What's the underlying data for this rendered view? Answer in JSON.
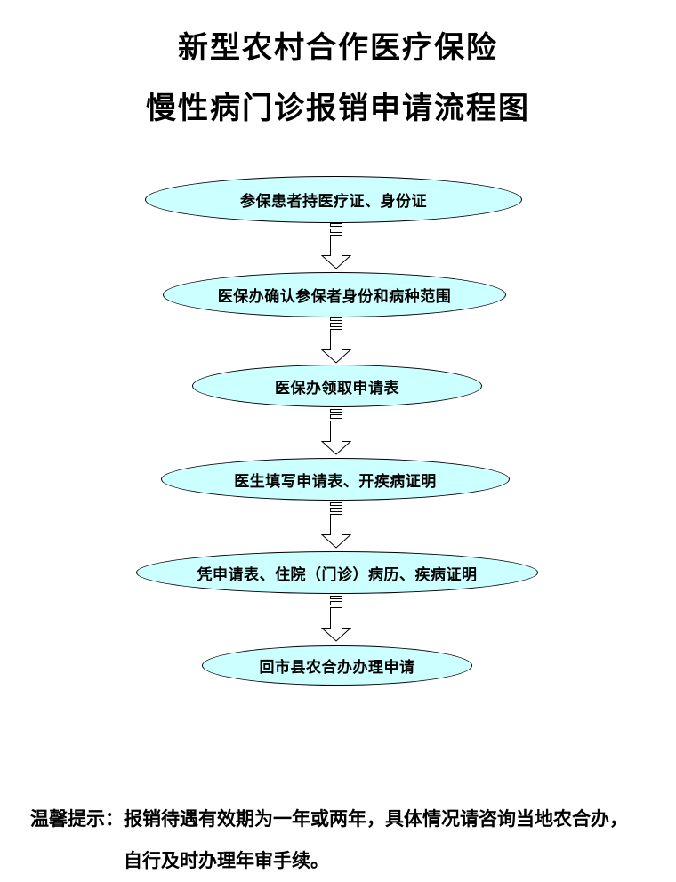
{
  "page": {
    "background_color": "#ffffff",
    "text_color": "#000000"
  },
  "title": {
    "line1": "新型农村合作医疗保险",
    "line2": "慢性病门诊报销申请流程图"
  },
  "flowchart": {
    "node_shape": "ellipse",
    "node_fill_color": "#ccffff",
    "node_border_color": "#000000",
    "connector": "striped-hollow-down-arrow",
    "steps": [
      {
        "label": "参保患者持医疗证、身份证"
      },
      {
        "label": "医保办确认参保者身份和病种范围"
      },
      {
        "label": "医保办领取申请表"
      },
      {
        "label": "医生填写申请表、开疾病证明"
      },
      {
        "label": "凭申请表、住院（门诊）病历、疾病证明"
      },
      {
        "label": "回市县农合办办理申请"
      }
    ]
  },
  "footer": {
    "prefix": "温馨提示：",
    "line1": "报销待遇有效期为一年或两年，具体情况请咨询当地农合办，",
    "line2": "自行及时办理年审手续。"
  }
}
